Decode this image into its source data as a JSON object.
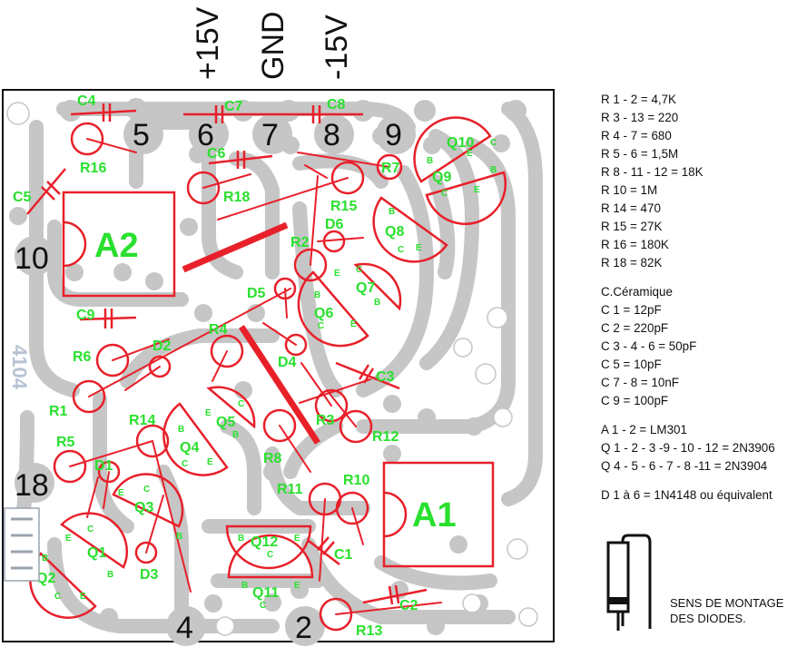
{
  "supply_labels": [
    "+15V",
    "GND",
    "-15V"
  ],
  "pin_numbers": [
    "5",
    "6",
    "7",
    "8",
    "9",
    "10",
    "18",
    "4",
    "2"
  ],
  "ic_labels": [
    "A2",
    "A1"
  ],
  "component_labels": {
    "resistors": [
      "R16",
      "R18",
      "R7",
      "R15",
      "R2",
      "R6",
      "R1",
      "R4",
      "R5",
      "R14",
      "R8",
      "R3",
      "R12",
      "R11",
      "R10",
      "R13"
    ],
    "capacitors": [
      "C4",
      "C7",
      "C8",
      "C6",
      "C5",
      "C9",
      "C3",
      "C1",
      "C2"
    ],
    "diodes": [
      "D6",
      "D5",
      "D2",
      "D4",
      "D1",
      "D3"
    ],
    "transistors": [
      "Q10",
      "Q9",
      "Q8",
      "Q7",
      "Q6",
      "Q5",
      "Q4",
      "Q3",
      "Q1",
      "Q2",
      "Q12",
      "Q11"
    ],
    "pins": [
      "E",
      "B",
      "C"
    ]
  },
  "board_side_label": "4104",
  "legend": {
    "resistors": [
      "R 1 - 2 = 4,7K",
      "R 3 - 13 = 220",
      "R 4 - 7 = 680",
      "R 5 - 6 = 1,5M",
      "R 8 - 11 - 12 = 18K",
      "R 10 = 1M",
      "R 14 = 470",
      "R 15 = 27K",
      "R 16 = 180K",
      "R 18 = 82K"
    ],
    "capacitors_title": "C.Céramique",
    "capacitors": [
      "C 1 = 12pF",
      "C 2 = 220pF",
      "C 3 - 4 - 6 = 50pF",
      "C 5 = 10pF",
      "C 7 - 8 = 10nF",
      "C 9 = 100pF"
    ],
    "ics": [
      "A 1 - 2 = LM301"
    ],
    "transistors": [
      "Q 1 - 2 - 3 -9 - 10 - 12 = 2N3906",
      "Q 4 - 5 - 6 - 7 - 8 -11 = 2N3904"
    ],
    "diodes": [
      "D 1 à 6 = 1N4148 ou équivalent"
    ]
  },
  "diode_note": [
    "SENS DE MONTAGE",
    "DES DIODES."
  ],
  "colors": {
    "trace": "#c6c6c6",
    "component": "#e8202a",
    "label": "#29e02e",
    "outline": "#111111",
    "side_label": "#b7c3d3"
  }
}
